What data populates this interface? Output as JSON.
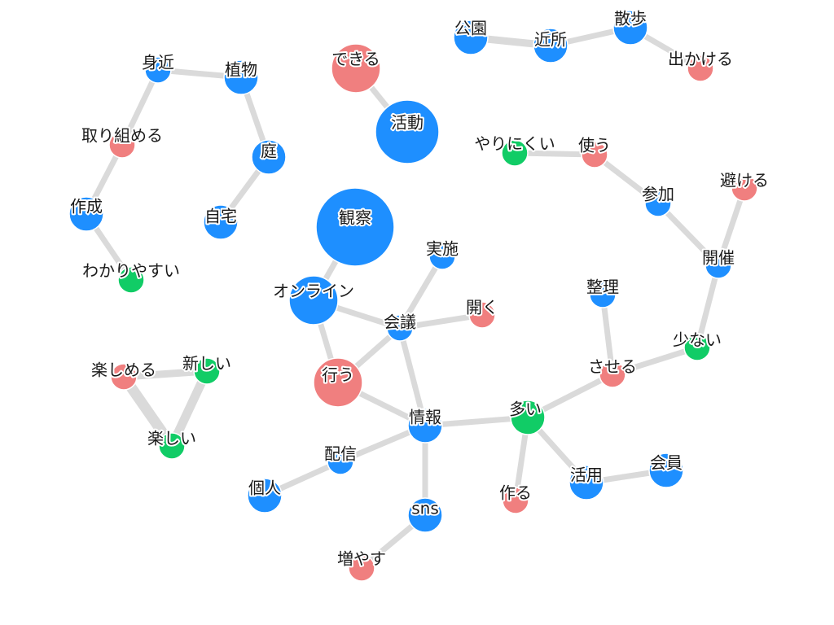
{
  "colors": {
    "noun": "#1e8fff",
    "verb": "#f07f7f",
    "adjective": "#11cc66",
    "edge": "#dadada"
  },
  "nodes": [
    {
      "id": "kouen",
      "label": "公園",
      "type": "noun",
      "size": 2
    },
    {
      "id": "kinjo",
      "label": "近所",
      "type": "noun",
      "size": 2
    },
    {
      "id": "sanpo",
      "label": "散歩",
      "type": "noun",
      "size": 2
    },
    {
      "id": "dekakeru",
      "label": "出かける",
      "type": "verb",
      "size": 1
    },
    {
      "id": "dekiru",
      "label": "できる",
      "type": "verb",
      "size": 3
    },
    {
      "id": "katsudou",
      "label": "活動",
      "type": "noun",
      "size": 4
    },
    {
      "id": "mijika",
      "label": "身近",
      "type": "noun",
      "size": 1
    },
    {
      "id": "shokubutsu",
      "label": "植物",
      "type": "noun",
      "size": 2
    },
    {
      "id": "torikumeru",
      "label": "取り組める",
      "type": "verb",
      "size": 1
    },
    {
      "id": "niwa",
      "label": "庭",
      "type": "noun",
      "size": 2
    },
    {
      "id": "sakusei",
      "label": "作成",
      "type": "noun",
      "size": 2
    },
    {
      "id": "jitaku",
      "label": "自宅",
      "type": "noun",
      "size": 2
    },
    {
      "id": "wakariyasui",
      "label": "わかりやすい",
      "type": "adjective",
      "size": 1
    },
    {
      "id": "kansatsu",
      "label": "観察",
      "type": "noun",
      "size": 5
    },
    {
      "id": "yarinikui",
      "label": "やりにくい",
      "type": "adjective",
      "size": 1
    },
    {
      "id": "tsukau",
      "label": "使う",
      "type": "verb",
      "size": 1
    },
    {
      "id": "sanka",
      "label": "参加",
      "type": "noun",
      "size": 1
    },
    {
      "id": "sakeru",
      "label": "避ける",
      "type": "verb",
      "size": 1
    },
    {
      "id": "kaisai",
      "label": "開催",
      "type": "noun",
      "size": 1
    },
    {
      "id": "jisshi",
      "label": "実施",
      "type": "noun",
      "size": 1
    },
    {
      "id": "online",
      "label": "オンライン",
      "type": "noun",
      "size": 3
    },
    {
      "id": "hiraku",
      "label": "開く",
      "type": "verb",
      "size": 1
    },
    {
      "id": "kaigi",
      "label": "会議",
      "type": "noun",
      "size": 1
    },
    {
      "id": "seiri",
      "label": "整理",
      "type": "noun",
      "size": 1
    },
    {
      "id": "sukunai",
      "label": "少ない",
      "type": "adjective",
      "size": 1
    },
    {
      "id": "tanoshimeru",
      "label": "楽しめる",
      "type": "verb",
      "size": 1
    },
    {
      "id": "atarashii",
      "label": "新しい",
      "type": "adjective",
      "size": 1
    },
    {
      "id": "okonau",
      "label": "行う",
      "type": "verb",
      "size": 3
    },
    {
      "id": "saseru",
      "label": "させる",
      "type": "verb",
      "size": 1
    },
    {
      "id": "tanoshii",
      "label": "楽しい",
      "type": "adjective",
      "size": 1
    },
    {
      "id": "ooi",
      "label": "多い",
      "type": "adjective",
      "size": 2
    },
    {
      "id": "jouhou",
      "label": "情報",
      "type": "noun",
      "size": 2
    },
    {
      "id": "haishin",
      "label": "配信",
      "type": "noun",
      "size": 1
    },
    {
      "id": "katsuyou",
      "label": "活用",
      "type": "noun",
      "size": 2
    },
    {
      "id": "kaiin",
      "label": "会員",
      "type": "noun",
      "size": 2
    },
    {
      "id": "kojin",
      "label": "個人",
      "type": "noun",
      "size": 2
    },
    {
      "id": "tsukuru",
      "label": "作る",
      "type": "verb",
      "size": 1
    },
    {
      "id": "sns",
      "label": "sns",
      "type": "noun",
      "size": 2
    },
    {
      "id": "fuyasu",
      "label": "増やす",
      "type": "verb",
      "size": 1
    }
  ],
  "edges": [
    {
      "source": "kouen",
      "target": "kinjo",
      "weight": 3
    },
    {
      "source": "kinjo",
      "target": "sanpo",
      "weight": 2
    },
    {
      "source": "sanpo",
      "target": "dekakeru",
      "weight": 2
    },
    {
      "source": "dekiru",
      "target": "katsudou",
      "weight": 2
    },
    {
      "source": "mijika",
      "target": "shokubutsu",
      "weight": 2
    },
    {
      "source": "mijika",
      "target": "torikumeru",
      "weight": 2
    },
    {
      "source": "shokubutsu",
      "target": "niwa",
      "weight": 2
    },
    {
      "source": "torikumeru",
      "target": "sakusei",
      "weight": 2
    },
    {
      "source": "niwa",
      "target": "jitaku",
      "weight": 2
    },
    {
      "source": "sakusei",
      "target": "wakariyasui",
      "weight": 2
    },
    {
      "source": "kansatsu",
      "target": "online",
      "weight": 2
    },
    {
      "source": "yarinikui",
      "target": "tsukau",
      "weight": 2
    },
    {
      "source": "tsukau",
      "target": "sanka",
      "weight": 2
    },
    {
      "source": "sanka",
      "target": "kaisai",
      "weight": 2
    },
    {
      "source": "sakeru",
      "target": "kaisai",
      "weight": 2
    },
    {
      "source": "kaisai",
      "target": "sukunai",
      "weight": 2
    },
    {
      "source": "online",
      "target": "kaigi",
      "weight": 2
    },
    {
      "source": "online",
      "target": "okonau",
      "weight": 2
    },
    {
      "source": "jisshi",
      "target": "kaigi",
      "weight": 2
    },
    {
      "source": "kaigi",
      "target": "hiraku",
      "weight": 2
    },
    {
      "source": "kaigi",
      "target": "okonau",
      "weight": 2
    },
    {
      "source": "kaigi",
      "target": "jouhou",
      "weight": 2
    },
    {
      "source": "okonau",
      "target": "jouhou",
      "weight": 2
    },
    {
      "source": "seiri",
      "target": "saseru",
      "weight": 2
    },
    {
      "source": "sukunai",
      "target": "saseru",
      "weight": 2
    },
    {
      "source": "saseru",
      "target": "ooi",
      "weight": 2
    },
    {
      "source": "jouhou",
      "target": "ooi",
      "weight": 2
    },
    {
      "source": "jouhou",
      "target": "haishin",
      "weight": 2
    },
    {
      "source": "jouhou",
      "target": "sns",
      "weight": 2
    },
    {
      "source": "haishin",
      "target": "kojin",
      "weight": 2
    },
    {
      "source": "ooi",
      "target": "katsuyou",
      "weight": 2
    },
    {
      "source": "ooi",
      "target": "tsukuru",
      "weight": 2
    },
    {
      "source": "katsuyou",
      "target": "kaiin",
      "weight": 2
    },
    {
      "source": "sns",
      "target": "fuyasu",
      "weight": 2
    },
    {
      "source": "tanoshimeru",
      "target": "atarashii",
      "weight": 3
    },
    {
      "source": "tanoshimeru",
      "target": "tanoshii",
      "weight": 5
    },
    {
      "source": "atarashii",
      "target": "tanoshii",
      "weight": 4
    }
  ]
}
